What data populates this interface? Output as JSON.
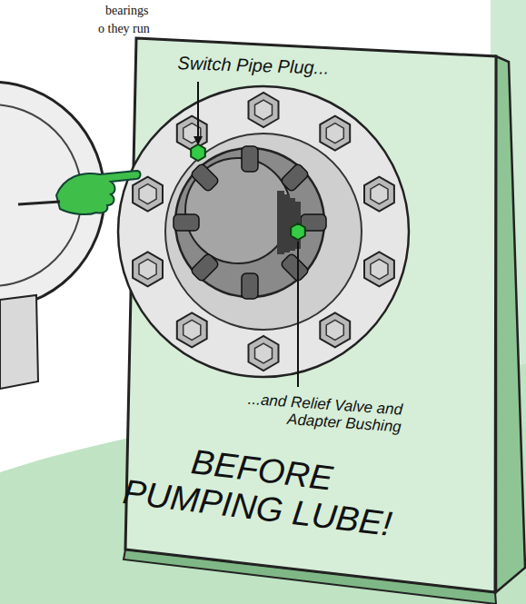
{
  "diagram": {
    "labels": [
      "bearings",
      "o they run",
      "Switch Pipe Plug...",
      "...and Relief Valve and Adapter Bushing",
      "BEFORE PUMPING LUBE!"
    ]
  }
}
